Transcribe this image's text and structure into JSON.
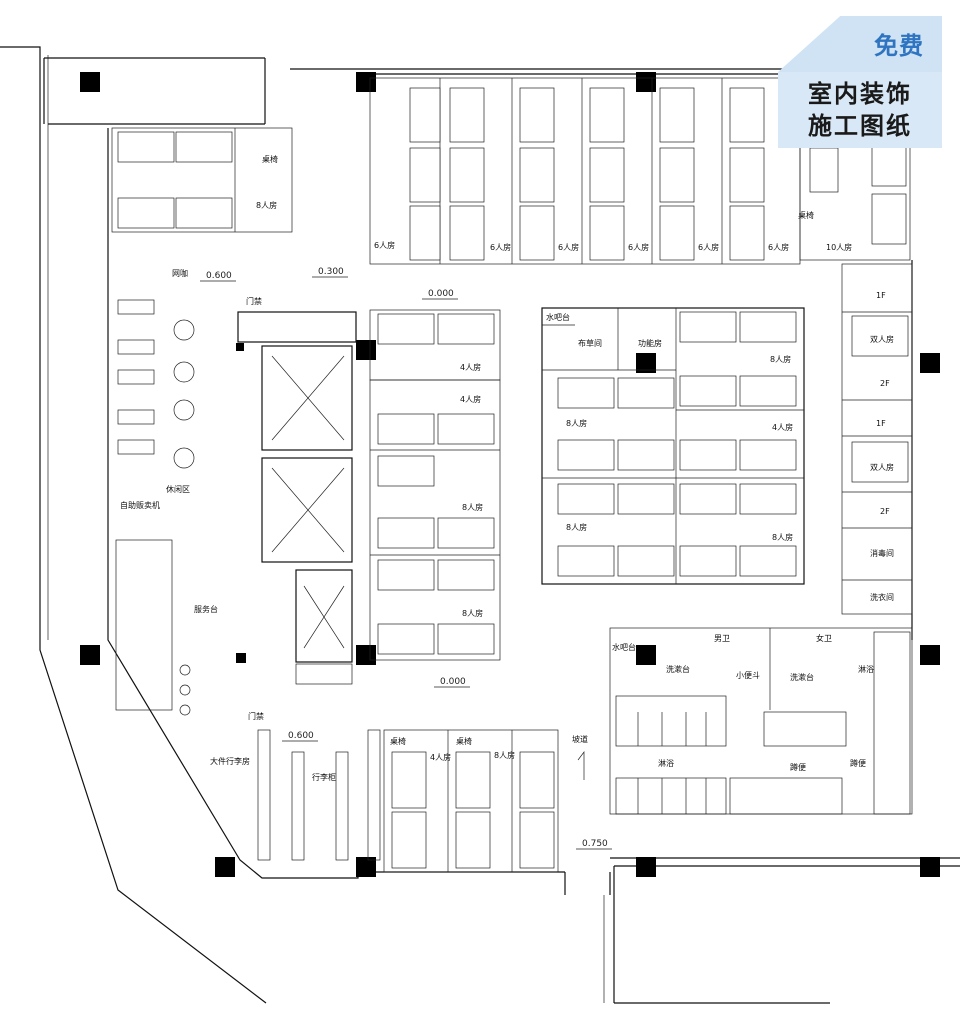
{
  "badge": {
    "free": "免费",
    "line1": "室内装饰",
    "line2": "施工图纸"
  },
  "levels": {
    "l1": "0.600",
    "l2": "0.300",
    "l3": "0.000",
    "l4": "0.000",
    "l5": "0.600",
    "l6": "0.750"
  },
  "labels": {
    "r8a": "8人房",
    "zy1": "桌椅",
    "r6a": "6人房",
    "r6b": "6人房",
    "r6c": "6人房",
    "r6d": "6人房",
    "r6e": "6人房",
    "r6f": "6人房",
    "zy2": "桌椅",
    "r10": "10人房",
    "wangka": "网咖",
    "menjin1": "门禁",
    "shuiba1": "水吧台",
    "bucao": "布草间",
    "gongneng": "功能房",
    "r4a": "4人房",
    "r4b": "4人房",
    "r8b": "8人房",
    "r8c": "8人房",
    "r8d": "8人房",
    "r8e": "8人房",
    "r4c": "4人房",
    "r8f": "8人房",
    "r8g": "8人房",
    "f1a": "1F",
    "f2a": "2F",
    "f1b": "1F",
    "f2b": "2F",
    "shuang1": "双人房",
    "shuang2": "双人房",
    "xiaodu": "消毒间",
    "xiyi": "洗衣间",
    "xiuxian": "休闲区",
    "zizhu": "自助贩卖机",
    "fuwu": "服务台",
    "shuiba2": "水吧台",
    "nanwei": "男卫",
    "nvwei": "女卫",
    "xishu1": "洗漱台",
    "xiaobian": "小便斗",
    "xishu2": "洗漱台",
    "linyu1": "淋浴",
    "linyu2": "淋浴",
    "dunbian1": "蹲便",
    "dunbian2": "蹲便",
    "menjin2": "门禁",
    "daxing": "大件行李房",
    "xingli": "行李柜",
    "zy3": "桌椅",
    "r4d": "4人房",
    "zy4": "桌椅",
    "r8h": "8人房",
    "podao": "坡道"
  }
}
